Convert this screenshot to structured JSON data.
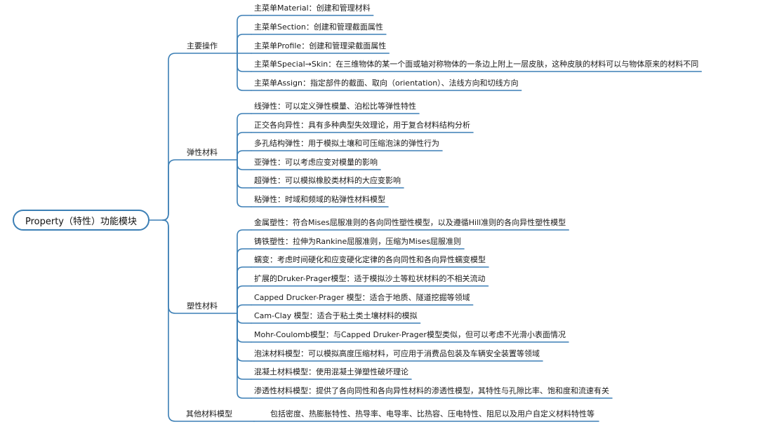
{
  "root": {
    "label": "Property（特性）功能模块"
  },
  "branches": [
    {
      "label": "主要操作",
      "items": [
        "主菜单Material：创建和管理材料",
        "主菜单Section：创建和管理截面属性",
        "主菜单Profile：创建和管理梁截面属性",
        "主菜单Special→Skin：在三维物体的某一个面或轴对称物体的一条边上附上一层皮肤，这种皮肤的材料可以与物体原来的材料不同",
        "主菜单Assign：指定部件的截面、取向（orientation）、法线方向和切线方向"
      ]
    },
    {
      "label": "弹性材料",
      "items": [
        "线弹性：可以定义弹性模量、泊松比等弹性特性",
        "正交各向异性：具有多种典型失效理论，用于复合材料结构分析",
        "多孔结构弹性：用于模拟土壤和可压缩泡沫的弹性行为",
        "亚弹性：可以考虑应变对模量的影响",
        "超弹性：可以模拟橡胶类材料的大应变影响",
        "粘弹性：时域和频域的粘弹性材料模型"
      ]
    },
    {
      "label": "塑性材料",
      "items": [
        "金属塑性：符合Mises屈服准则的各向同性塑性模型，以及遵循Hill准则的各向异性塑性模型",
        "铸铁塑性：拉伸为Rankine屈服准则，压缩为Mises屈服准则",
        "蠕变：考虑时间硬化和应变硬化定律的各向同性和各向异性蠕变模型",
        "扩展的Druker-Prager模型：适于模拟沙土等粒状材料的不相关流动",
        "Capped Drucker-Prager 模型：适合于地质、隧道挖掘等领域",
        "Cam-Clay 模型：适合于粘土类土壤材料的模拟",
        "Mohr-Coulomb模型：与Capped Druker-Prager模型类似，但可以考虑不光滑小表面情况",
        "泡沫材料模型：可以模拟高度压缩材料，可应用于消费品包装及车辆安全装置等领域",
        "混凝土材料模型：使用混凝土弹塑性破坏理论",
        "渗透性材料模型：提供了各向同性和各向异性材料的渗透性模型，其特性与孔隙比率、饱和度和流速有关"
      ]
    },
    {
      "label": "其他材料模型",
      "items": [
        "包括密度、热膨胀特性、热导率、电导率、比热容、压电特性、阻尼以及用户自定义材料特性等"
      ]
    }
  ],
  "colors": {
    "line": "#3c7fb5",
    "text": "#1a1a1a"
  }
}
